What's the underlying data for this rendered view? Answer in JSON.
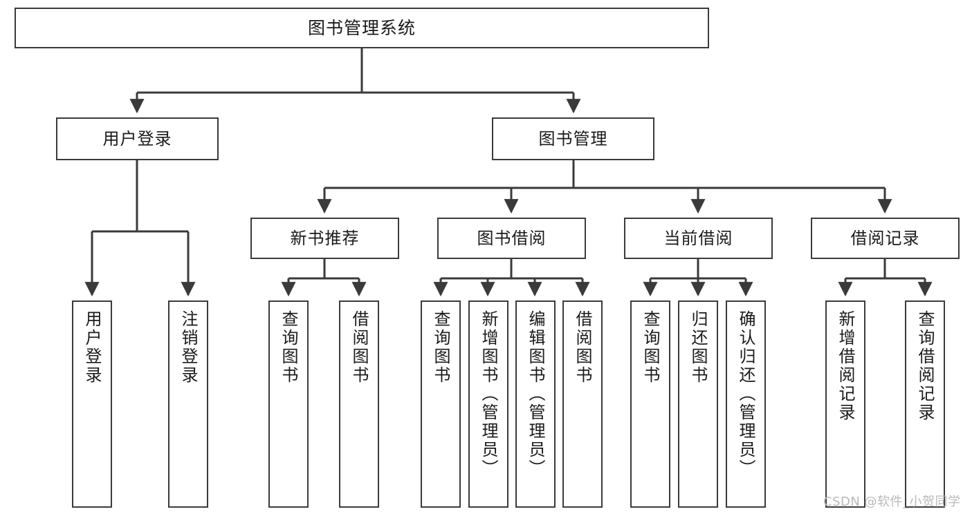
{
  "diagram": {
    "type": "tree-hierarchy",
    "title": "图书管理系统",
    "orientation": "top-down",
    "colors": {
      "box_border": "#3a3a3a",
      "box_fill": "#ffffff",
      "connector": "#3a3a3a",
      "text": "#1a1a1a",
      "watermark": "#b9b9b9"
    }
  },
  "root": {
    "label": "图书管理系统"
  },
  "tier2": [
    {
      "label": "用户登录"
    },
    {
      "label": "图书管理"
    }
  ],
  "tier3": [
    {
      "label": "新书推荐"
    },
    {
      "label": "图书借阅"
    },
    {
      "label": "当前借阅"
    },
    {
      "label": "借阅记录"
    }
  ],
  "leaves": {
    "user_login": [
      {
        "label": "用户登录"
      },
      {
        "label": "注销登录"
      }
    ],
    "new_book_recommend": [
      {
        "label": "查询图书"
      },
      {
        "label": "借阅图书"
      }
    ],
    "book_borrow": [
      {
        "label": "查询图书"
      },
      {
        "label": "新增图书（管理员）"
      },
      {
        "label": "编辑图书（管理员）"
      },
      {
        "label": "借阅图书"
      }
    ],
    "current_borrow": [
      {
        "label": "查询图书"
      },
      {
        "label": "归还图书"
      },
      {
        "label": "确认归还（管理员）"
      }
    ],
    "borrow_record": [
      {
        "label": "新增借阅记录"
      },
      {
        "label": "查询借阅记录"
      }
    ]
  },
  "watermark": {
    "text": "CSDN @软件_小贺同学"
  }
}
